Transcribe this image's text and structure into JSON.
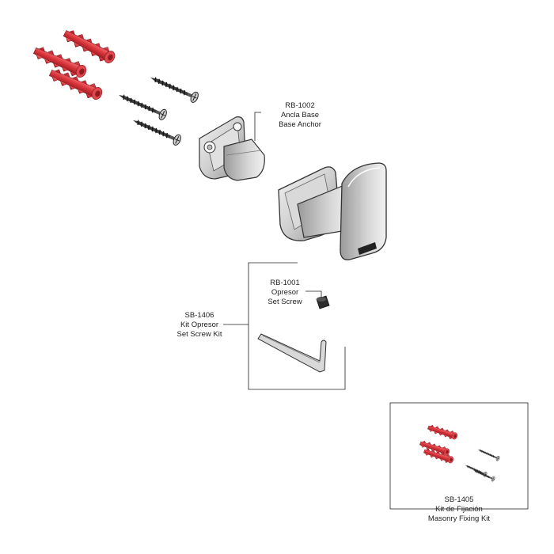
{
  "labels": {
    "base_anchor": {
      "code": "RB-1002",
      "es": "Ancla Base",
      "en": "Base Anchor"
    },
    "set_screw": {
      "code": "RB-1001",
      "es": "Opresor",
      "en": "Set Screw"
    },
    "set_screw_kit": {
      "code": "SB-1406",
      "es": "Kit Opresor",
      "en": "Set Screw Kit"
    },
    "masonry_kit": {
      "code": "SB-1405",
      "es": "Kit de Fijación",
      "en": "Masonry Fixing Kit"
    }
  },
  "colors": {
    "anchor_red": "#d8333a",
    "metal_light": "#e9e9e9",
    "metal_mid": "#bdbdbd",
    "metal_dark": "#7e7e7e",
    "outline": "#333333",
    "screw": "#2c2c2c"
  },
  "icons": [
    "wall-anchor",
    "screw",
    "base-anchor",
    "robe-hook",
    "set-screw",
    "allen-key"
  ]
}
